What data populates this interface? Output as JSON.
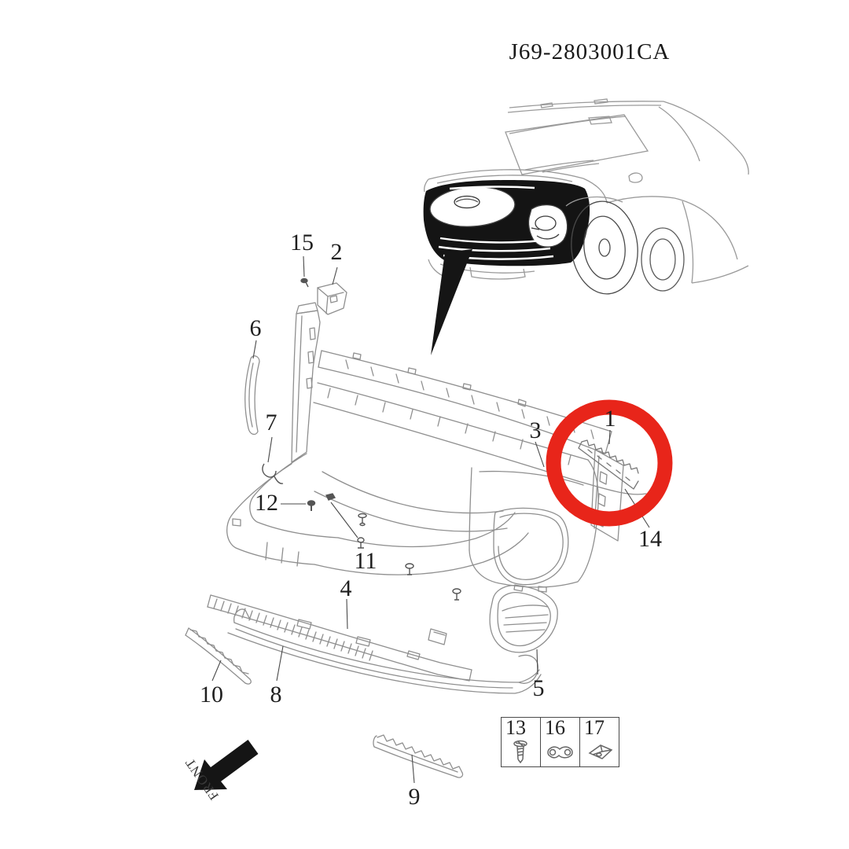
{
  "title": "J69-2803001CA",
  "front_label": "FRONT",
  "colors": {
    "highlight": "#e8251a"
  },
  "callouts": {
    "c1": "1",
    "c2": "2",
    "c3": "3",
    "c4": "4",
    "c5": "5",
    "c6": "6",
    "c7": "7",
    "c8": "8",
    "c9": "9",
    "c10": "10",
    "c11": "11",
    "c12": "12",
    "c14": "14",
    "c15": "15"
  },
  "legend": {
    "cells": [
      {
        "num": "13",
        "icon": "screw-icon"
      },
      {
        "num": "16",
        "icon": "grommet-clip-icon"
      },
      {
        "num": "17",
        "icon": "snap-clip-icon"
      }
    ]
  }
}
